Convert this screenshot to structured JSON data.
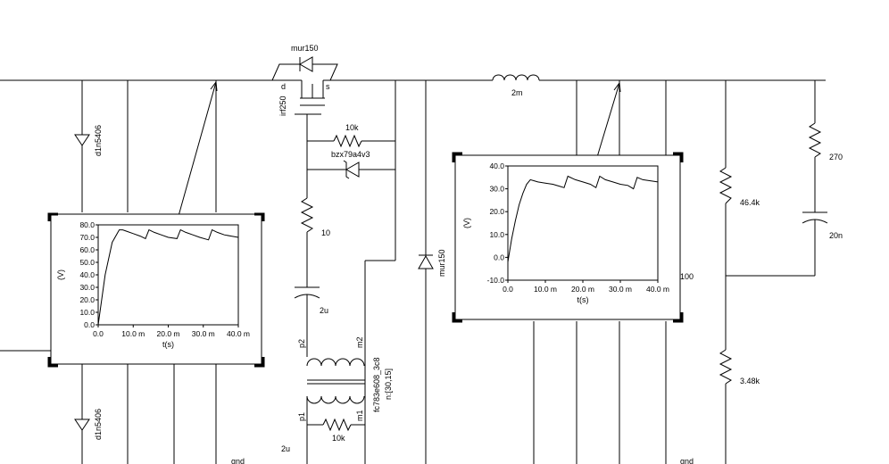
{
  "components": {
    "d_top_left": "d1n5406",
    "d_bot_left": "d1n5406",
    "mur_top": "mur150",
    "mur_mid": "mur150",
    "mosfet": "irf250",
    "mos_d": "d",
    "mos_s": "s",
    "r_10k_top": "10k",
    "zener": "bzx79a4v3",
    "r_10": "10",
    "c_2u_mid": "2u",
    "c_2u_bot": "2u",
    "xfmr": "fc783e608_3c8",
    "xfmr_n": "n:[30,15]",
    "p1": "p1",
    "p2": "p2",
    "m1": "m1",
    "m2": "m2",
    "r_10k_bot": "10k",
    "inductor": "2m",
    "r_464k": "46.4k",
    "r_348k": "3.48k",
    "r_270": "270",
    "c_20n": "20n",
    "load_100": "100",
    "gnd_left": "gnd",
    "gnd_right": "gnd"
  },
  "chart_data": [
    {
      "type": "line",
      "title": "",
      "xlabel": "t(s)",
      "ylabel": "(V)",
      "xlim": [
        0,
        0.04
      ],
      "ylim": [
        0,
        80
      ],
      "xticks": [
        "0.0",
        "10.0 m",
        "20.0 m",
        "30.0 m",
        "40.0 m"
      ],
      "yticks": [
        "0.0",
        "10.0",
        "20.0",
        "30.0",
        "40.0",
        "50.0",
        "60.0",
        "70.0",
        "80.0"
      ],
      "series": [
        {
          "x": [
            0,
            0.002,
            0.004,
            0.006,
            0.007,
            0.008,
            0.01,
            0.012,
            0.0135,
            0.0145,
            0.016,
            0.018,
            0.02,
            0.0225,
            0.0235,
            0.025,
            0.027,
            0.029,
            0.0315,
            0.0325,
            0.034,
            0.036,
            0.038,
            0.04
          ],
          "y": [
            0,
            40,
            66,
            76,
            76,
            75,
            73,
            71,
            69,
            76,
            74,
            72,
            70,
            69,
            76,
            74,
            72,
            70,
            68,
            76,
            74,
            72,
            71,
            70
          ]
        }
      ]
    },
    {
      "type": "line",
      "title": "",
      "xlabel": "t(s)",
      "ylabel": "(V)",
      "xlim": [
        0,
        0.04
      ],
      "ylim": [
        -10,
        40
      ],
      "xticks": [
        "0.0",
        "10.0 m",
        "20.0 m",
        "30.0 m",
        "40.0 m"
      ],
      "yticks": [
        "-10.0",
        "0.0",
        "10.0",
        "20.0",
        "30.0",
        "40.0"
      ],
      "series": [
        {
          "x": [
            0,
            0.001,
            0.002,
            0.003,
            0.004,
            0.005,
            0.006,
            0.007,
            0.008,
            0.01,
            0.012,
            0.014,
            0.015,
            0.016,
            0.018,
            0.02,
            0.022,
            0.0235,
            0.0245,
            0.026,
            0.028,
            0.03,
            0.032,
            0.0335,
            0.0345,
            0.036,
            0.038,
            0.04
          ],
          "y": [
            -2,
            8,
            16,
            23,
            28,
            32,
            34,
            33.5,
            33,
            32.5,
            32,
            31,
            30.5,
            35.5,
            34,
            33,
            32,
            30.5,
            35.5,
            34,
            33,
            32,
            31.5,
            30,
            35,
            34,
            33.5,
            33
          ]
        }
      ]
    }
  ]
}
